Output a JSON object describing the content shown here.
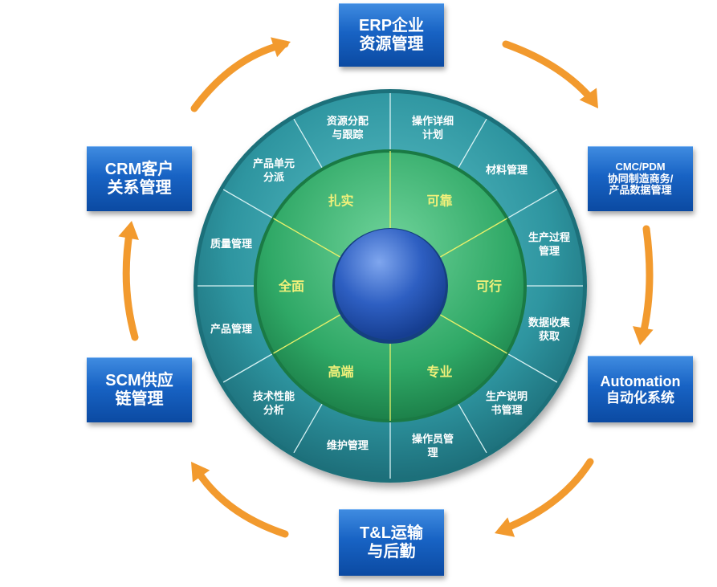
{
  "systems": {
    "erp": [
      "ERP企业",
      "资源管理"
    ],
    "cmc": [
      "CMC/PDM",
      "协同制造商务/",
      "产品数据管理"
    ],
    "automation": [
      "Automation",
      "自动化系统"
    ],
    "tl": [
      "T&L运输",
      "与后勤"
    ],
    "scm": [
      "SCM供应",
      "链管理"
    ],
    "crm": [
      "CRM客户",
      "关系管理"
    ]
  },
  "wheel": {
    "inner": [
      "扎实",
      "可靠",
      "可行",
      "专业",
      "高端",
      "全面"
    ],
    "outer": [
      [
        "操作详细",
        "计划"
      ],
      [
        "材料管理"
      ],
      [
        "生产过程",
        "管理"
      ],
      [
        "数据收集",
        "获取"
      ],
      [
        "生产说明",
        "书管理"
      ],
      [
        "操作员管",
        "理"
      ],
      [
        "维护管理"
      ],
      [
        "技术性能",
        "分析"
      ],
      [
        "产品管理"
      ],
      [
        "质量管理"
      ],
      [
        "产品单元",
        "分派"
      ],
      [
        "资源分配",
        "与跟踪"
      ]
    ]
  },
  "colors": {
    "arrow": "#f29a2e",
    "box": "#1863c4",
    "outer_ring": "#2e95a0",
    "inner_ring": "#2fa866",
    "hub": "#2e5fc2"
  }
}
